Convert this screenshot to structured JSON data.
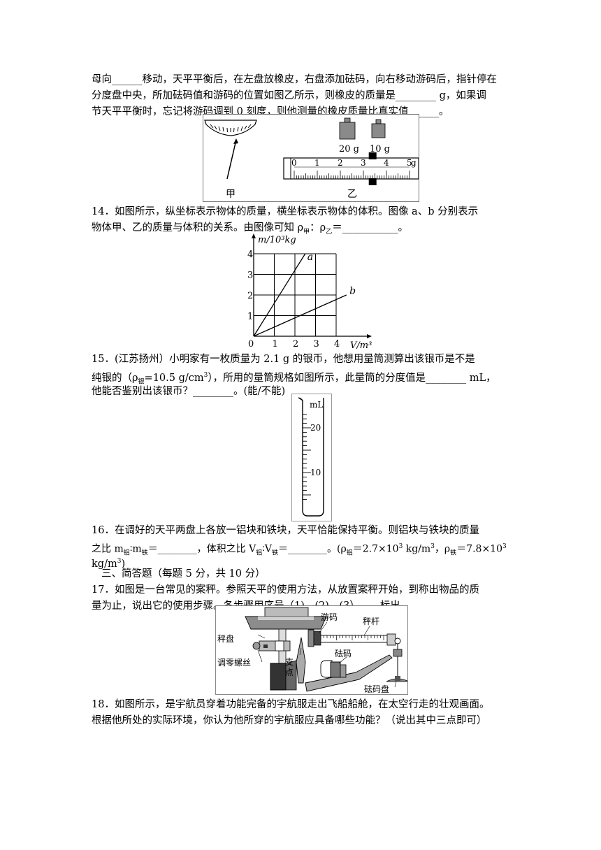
{
  "q13": {
    "line1": "母向______移动，天平平衡后，在左盘放橡皮，右盘添加砝码，向右移动游码后，指针停在",
    "line2": "分度盘中央，所加砝码值和游码的位置如图乙所示，则橡皮的质量是________ g，如果调",
    "line3": "节天平平衡时，忘记将游码调到 0 刻度，则他测量的橡皮质量比真实值______。",
    "fig": {
      "label_jia": "甲",
      "label_yi": "乙",
      "weight1": "20 g",
      "weight2": "10 g",
      "scale_unit": "g",
      "scale_ticks": [
        "0",
        "1",
        "2",
        "3",
        "4",
        "5"
      ],
      "rider_position_g": 3.4
    }
  },
  "q14": {
    "line1": "14．如图所示，纵坐标表示物体的质量，横坐标表示物体的体积。图像 a、b 分别表示",
    "line2_pre": "物体甲、乙的质量与体积的关系。由图像可知 ρ",
    "sub_jia": "甲",
    "colon": "：ρ",
    "sub_yi": "乙",
    "line2_post": "＝___________。"
  },
  "chart_data": {
    "type": "line",
    "ylabel": "m/10³kg",
    "xlabel": "V/m³",
    "x_ticks": [
      "0",
      "1",
      "2",
      "3",
      "4"
    ],
    "y_ticks": [
      "1",
      "2",
      "3",
      "4"
    ],
    "xlim": [
      0,
      4
    ],
    "ylim": [
      0,
      4
    ],
    "grid": true,
    "series": [
      {
        "name": "a",
        "x": [
          0,
          2.5
        ],
        "y": [
          0,
          4
        ]
      },
      {
        "name": "b",
        "x": [
          0,
          4.5
        ],
        "y": [
          0,
          2
        ]
      }
    ]
  },
  "q15": {
    "line1": "15．(江苏扬州）小明家有一枚质量为 2.1 g 的银币，他想用量筒测算出该银币是不是",
    "line2_pre": "纯银的（ρ",
    "sub_yin": "银",
    "line2_mid": "=10.5 g/cm",
    "sup3": "3",
    "line2_post": "），所用的量筒规格如图所示，此量筒的分度值是________ mL，",
    "line3": "他能否鉴别出该银币？________。(能/不能)",
    "cyl": {
      "unit": "mL",
      "label20": "20",
      "label10": "10"
    }
  },
  "q16": {
    "line1": "16．在调好的天平两盘上各放一铝块和铁块，天平恰能保持平衡。则铝块与铁块的质量",
    "line2_a": "之比 m",
    "sub_lv": "铝",
    "line2_b": "∶m",
    "sub_tie": "铁",
    "line2_c": "＝________，体积之比 V",
    "line2_d": "∶V",
    "line2_e": "＝________。(ρ",
    "line2_f": "＝2.7×10",
    "line2_g": " kg/m",
    "line2_h": "，ρ",
    "line2_i": "＝7.8×10",
    "line3_a": "kg/m",
    "line3_b": ")",
    "sup3": "3"
  },
  "section3": "三、简答题（每题 5 分，共 10 分）",
  "q17": {
    "line1": "17．如图是一台常见的案秤。参照天平的使用方法，从放置案秤开始，到称出物品的质",
    "line2": "量为止，说出它的使用步骤。各步骤用序号（1)、(2)、(3）……标出。",
    "labels": {
      "youma": "游码",
      "chenggan": "秤杆",
      "chengpan": "秤盘",
      "fama": "砝码",
      "zhidian1": "支",
      "zhidian2": "点",
      "tiaoling": "调零螺丝",
      "famapan": "砝码盘"
    }
  },
  "q18": {
    "line1": "18．如图所示，是宇航员穿着功能完备的宇航服走出飞船船舱，在太空行走的壮观画面。",
    "line2": "根据他所处的实际环境，你认为他所穿的宇航服应具备哪些功能？（说出其中三点即可）"
  }
}
